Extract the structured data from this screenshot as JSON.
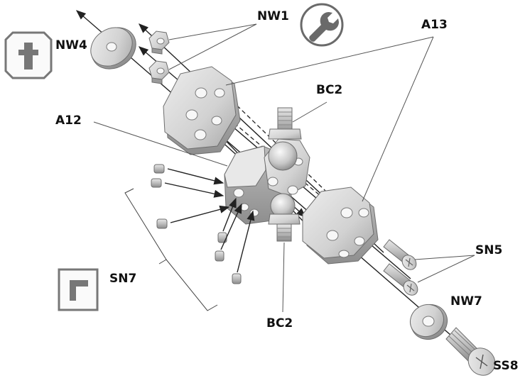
{
  "labels": {
    "nw1": "NW1",
    "nw4": "NW4",
    "a13": "A13",
    "a12": "A12",
    "bc2_top": "BC2",
    "bc2_bottom": "BC2",
    "sn5": "SN5",
    "sn7": "SN7",
    "nw7": "NW7",
    "ss8": "SS8"
  },
  "icons": {
    "wrench": "wrench-icon",
    "tool": "screwdriver-icon",
    "corner": "corner-bracket-icon"
  },
  "colors": {
    "part_light": "#e2e2e2",
    "part_mid": "#c4c4c4",
    "part_dark": "#9a9a9a",
    "icon_gray": "#777777"
  }
}
